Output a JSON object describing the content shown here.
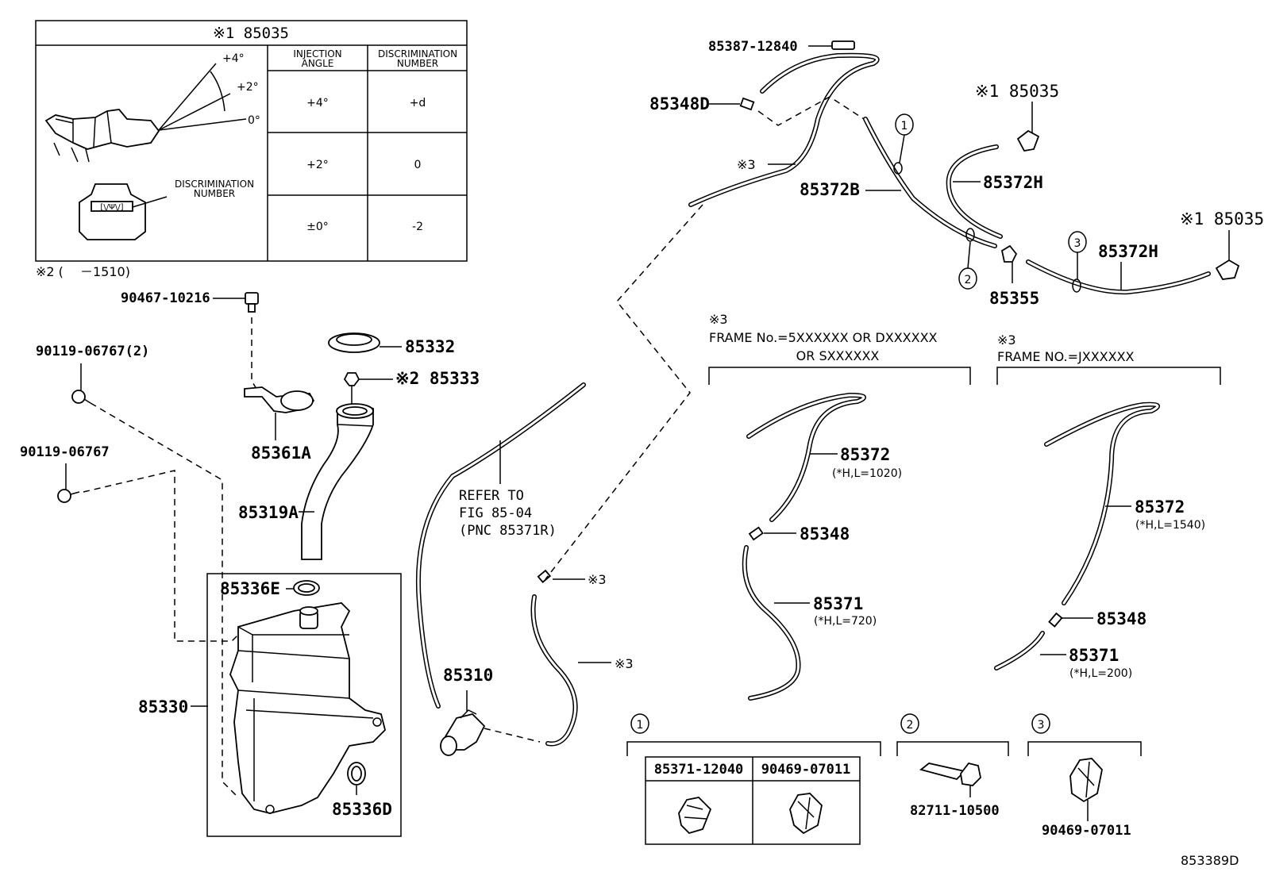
{
  "inset": {
    "title": "※1 85035",
    "col_injection": "INJECTION ANGLE",
    "col_discrimination": "DISCRIMINATION NUMBER",
    "rows": [
      {
        "angle": "+4°",
        "number": "+d"
      },
      {
        "angle": "+2°",
        "number": "0"
      },
      {
        "angle": "±0°",
        "number": "-2"
      }
    ],
    "angle_labels": [
      "+4°",
      "+2°",
      "0°"
    ],
    "discrimination_label_1": "DISCRIMINATION",
    "discrimination_label_2": "NUMBER",
    "marker_text": "[\\/Ψ\\/]"
  },
  "note2": "※2 (　 －1510)",
  "parts": {
    "p90467": "90467-10216",
    "p90119_2": "90119-06767(2)",
    "p90119": "90119-06767",
    "p85332": "85332",
    "p85333": "※2 85333",
    "p85361A": "85361A",
    "p85319A": "85319A",
    "p85336E": "85336E",
    "p85330": "85330",
    "p85336D": "85336D",
    "p85310": "85310",
    "p85387": "85387-12840",
    "p85348D": "85348D",
    "p85372B": "85372B",
    "p85372H_a": "85372H",
    "p85372H_b": "85372H",
    "p85035_a": "※1 85035",
    "p85035_b": "※1 85035",
    "p85355": "85355",
    "star3_a": "※3",
    "star3_b": "※3",
    "star3_c": "※3"
  },
  "refer": {
    "line1": "REFER TO",
    "line2": "FIG 85-04",
    "line3": "(PNC 85371R)"
  },
  "variant_a": {
    "mark": "※3",
    "line1": "FRAME No.=5XXXXXX OR DXXXXXX",
    "line2": "OR SXXXXXX",
    "p85372": "85372",
    "p85372_len": "(*H,L=1020)",
    "p85348": "85348",
    "p85371": "85371",
    "p85371_len": "(*H,L=720)"
  },
  "variant_b": {
    "mark": "※3",
    "line1": "FRAME NO.=JXXXXXX",
    "p85372": "85372",
    "p85372_len": "(*H,L=1540)",
    "p85348": "85348",
    "p85371": "85371",
    "p85371_len": "(*H,L=200)"
  },
  "callouts": {
    "c1": "1",
    "c2": "2",
    "c3": "3"
  },
  "detail1": {
    "num": "1",
    "left": "85371-12040",
    "right": "90469-07011"
  },
  "detail2": {
    "num": "2",
    "part": "82711-10500"
  },
  "detail3": {
    "num": "3",
    "part": "90469-07011"
  },
  "figure_id": "853389D"
}
